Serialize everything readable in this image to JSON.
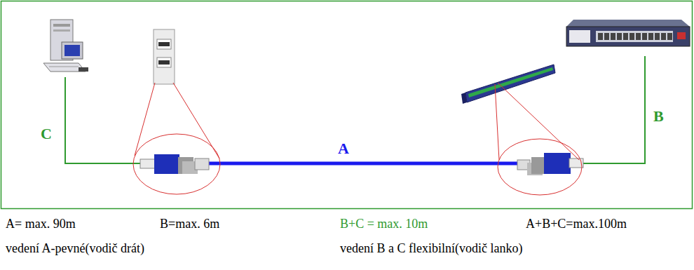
{
  "diagram": {
    "labels": [
      "C",
      "A",
      "B",
      "A= max. 90m",
      "B=max. 6m",
      "B+C = max. 10m",
      "A+B+C=max.100m",
      "vedení A-pevné(vodič drát)",
      "vedení B a C flexibilní(vodič lanko)"
    ]
  }
}
